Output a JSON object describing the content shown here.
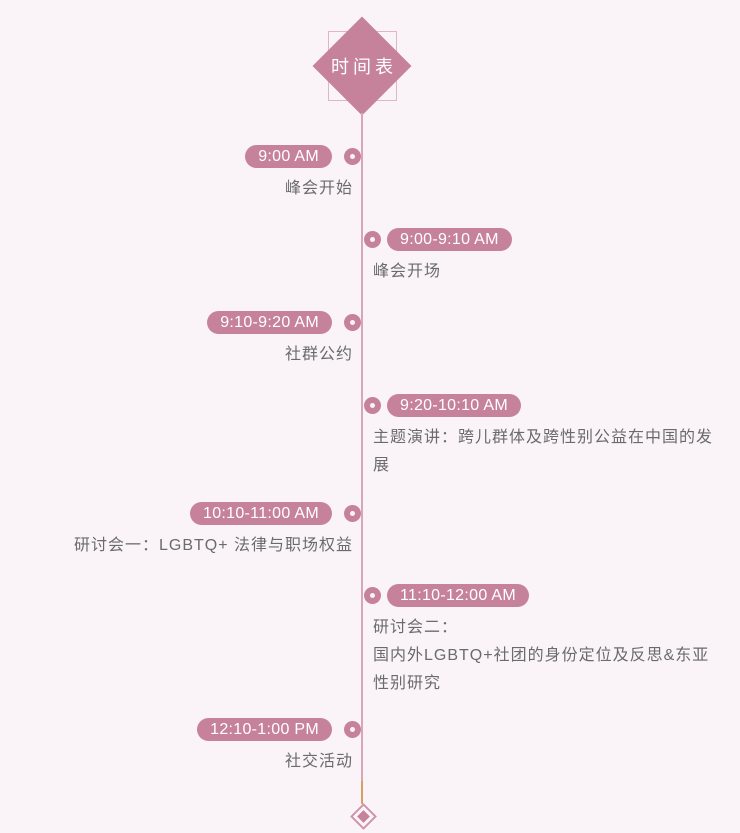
{
  "header": {
    "title": "时间表"
  },
  "colors": {
    "accent_rose": "#c6829a",
    "line_pink": "#d9a6b6",
    "line_end_orange": "#d5a063",
    "background": "#faf4f8",
    "description_text": "#6b6b6b"
  },
  "timeline": {
    "events": [
      {
        "side": "left",
        "time": "9:00 AM",
        "description": "峰会开始"
      },
      {
        "side": "right",
        "time": "9:00-9:10 AM",
        "description": "峰会开场"
      },
      {
        "side": "left",
        "time": "9:10-9:20 AM",
        "description": "社群公约"
      },
      {
        "side": "right",
        "time": "9:20-10:10 AM",
        "description": "主题演讲：跨儿群体及跨性别公益在中国的发展"
      },
      {
        "side": "left",
        "time": "10:10-11:00 AM",
        "description": "研讨会一：LGBTQ+ 法律与职场权益"
      },
      {
        "side": "right",
        "time": "11:10-12:00 AM",
        "description": "研讨会二：\n国内外LGBTQ+社团的身份定位及反思&东亚性别研究"
      },
      {
        "side": "left",
        "time": "12:10-1:00 PM",
        "description": "社交活动"
      }
    ]
  }
}
